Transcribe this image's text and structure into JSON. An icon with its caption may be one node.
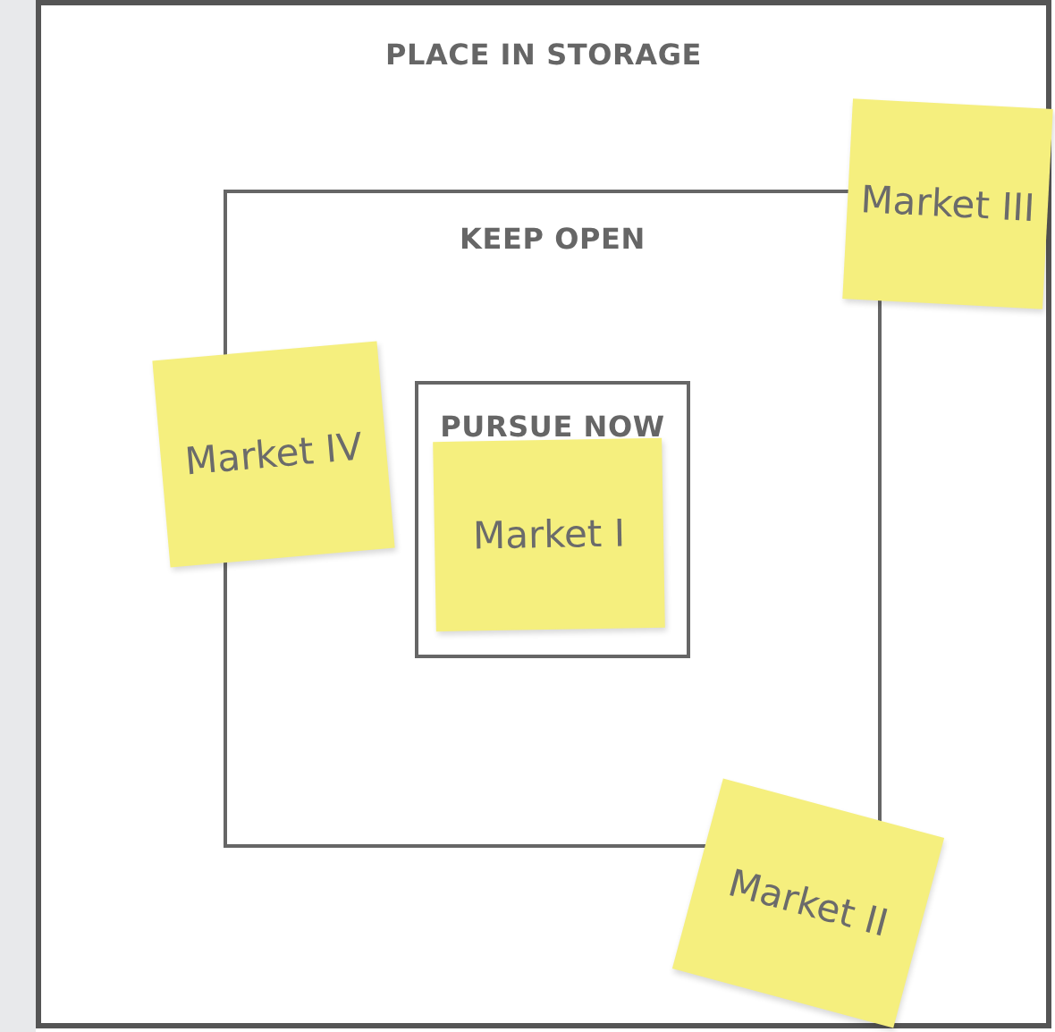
{
  "diagram": {
    "nodes": [
      {
        "text": [
          "PLACE IN STORAGE"
        ]
      },
      {
        "text": [
          "Market III"
        ],
        "in": 0
      },
      {
        "text": [
          "KEEP OPEN"
        ],
        "in": 0
      },
      {
        "text": [
          "Market IV"
        ],
        "in": 0
      },
      {
        "text": [
          "PURSUE NOW"
        ],
        "in": 2
      },
      {
        "text": [
          "Market I"
        ],
        "in": 4
      },
      {
        "text": [
          "Market II"
        ],
        "in": 0
      }
    ]
  }
}
